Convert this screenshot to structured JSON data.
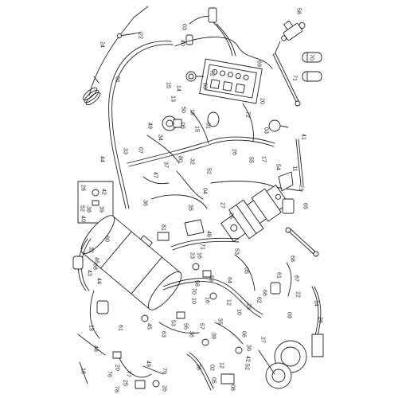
{
  "callouts": [
    "22",
    "24",
    "01",
    "03",
    "40",
    "58",
    "69",
    "72",
    "70",
    "71",
    "15",
    "14",
    "03",
    "13",
    "50",
    "16",
    "05",
    "20",
    "72",
    "15",
    "01",
    "03",
    "41",
    "33",
    "07",
    "49",
    "34",
    "44",
    "37",
    "80",
    "47",
    "32",
    "52",
    "26",
    "55",
    "17",
    "11",
    "54",
    "04",
    "21",
    "26",
    "42",
    "52",
    "38",
    "39",
    "40",
    "36",
    "35",
    "27",
    "25",
    "65",
    "48",
    "81",
    "71",
    "60",
    "32",
    "46",
    "68",
    "43",
    "44",
    "53",
    "23",
    "16",
    "68",
    "05",
    "61",
    "67",
    "59",
    "64",
    "58",
    "70",
    "10",
    "16",
    "66",
    "62",
    "22",
    "29",
    "14",
    "12",
    "10",
    "09",
    "26",
    "19",
    "61",
    "45",
    "53",
    "63",
    "56",
    "36",
    "57",
    "55",
    "39",
    "06",
    "27",
    "30",
    "48",
    "49",
    "79",
    "20",
    "76",
    "77",
    "25",
    "78",
    "26",
    "28",
    "02",
    "12",
    "42",
    "52",
    "05",
    "08",
    "18"
  ]
}
